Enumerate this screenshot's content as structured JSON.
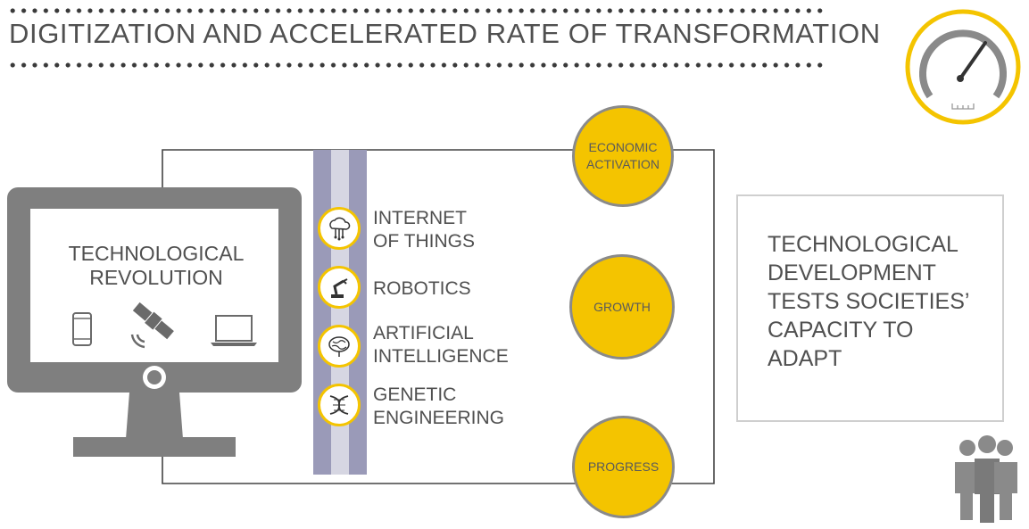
{
  "header": {
    "title": "DIGITIZATION AND ACCELERATED RATE OF TRANSFORMATION"
  },
  "monitor": {
    "label_line1": "TECHNOLOGICAL",
    "label_line2": "REVOLUTION",
    "icons": [
      "smartphone-icon",
      "satellite-icon",
      "laptop-icon"
    ]
  },
  "technologies": [
    {
      "icon": "cloud-network-icon",
      "line1": "INTERNET",
      "line2": "OF THINGS"
    },
    {
      "icon": "robot-arm-icon",
      "line1": "ROBOTICS",
      "line2": ""
    },
    {
      "icon": "brain-icon",
      "line1": "ARTIFICIAL",
      "line2": "INTELLIGENCE"
    },
    {
      "icon": "dna-icon",
      "line1": "GENETIC",
      "line2": "ENGINEERING"
    }
  ],
  "outcomes": [
    {
      "line1": "ECONOMIC",
      "line2": "ACTIVATION"
    },
    {
      "line1": "GROWTH",
      "line2": ""
    },
    {
      "line1": "PROGRESS",
      "line2": ""
    }
  ],
  "conclusion": {
    "lines": [
      "TECHNOLOGICAL",
      "DEVELOPMENT",
      "TESTS SOCIETIES’",
      "CAPACITY TO",
      "ADAPT"
    ]
  },
  "decor": {
    "accent_color": "#f4c400",
    "gray_color": "#7f7f7f",
    "icons": [
      "speedometer-icon",
      "people-group-icon"
    ]
  }
}
